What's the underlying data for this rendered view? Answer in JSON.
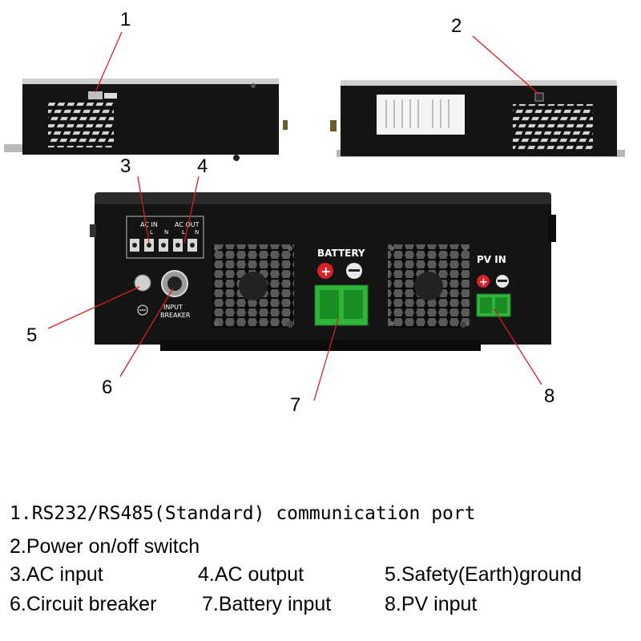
{
  "callouts": {
    "n1": "1",
    "n2": "2",
    "n3": "3",
    "n4": "4",
    "n5": "5",
    "n6": "6",
    "n7": "7",
    "n8": "8"
  },
  "panel": {
    "ac_in": "AC IN",
    "ac_out": "AC OUT",
    "terminal_marks": [
      "L",
      "N",
      "L",
      "N"
    ],
    "battery": "BATTERY",
    "pv_in": "PV IN",
    "input_breaker": [
      "INPUT",
      "BREAKER"
    ],
    "plus": "+",
    "minus": "−"
  },
  "legend": {
    "item1": "1.RS232/RS485(Standard) communication port",
    "item2": "2.Power on/off switch",
    "item3": "3.AC input",
    "item4": "4.AC output",
    "item5": "5.Safety(Earth)ground",
    "item6": "6.Circuit breaker",
    "item7": "7.Battery input",
    "item8": "8.PV input"
  },
  "colors": {
    "leader_line": "#d42020",
    "housing": "#141414",
    "connector_green": "#2fb53a",
    "positive_red": "#d8202a"
  }
}
